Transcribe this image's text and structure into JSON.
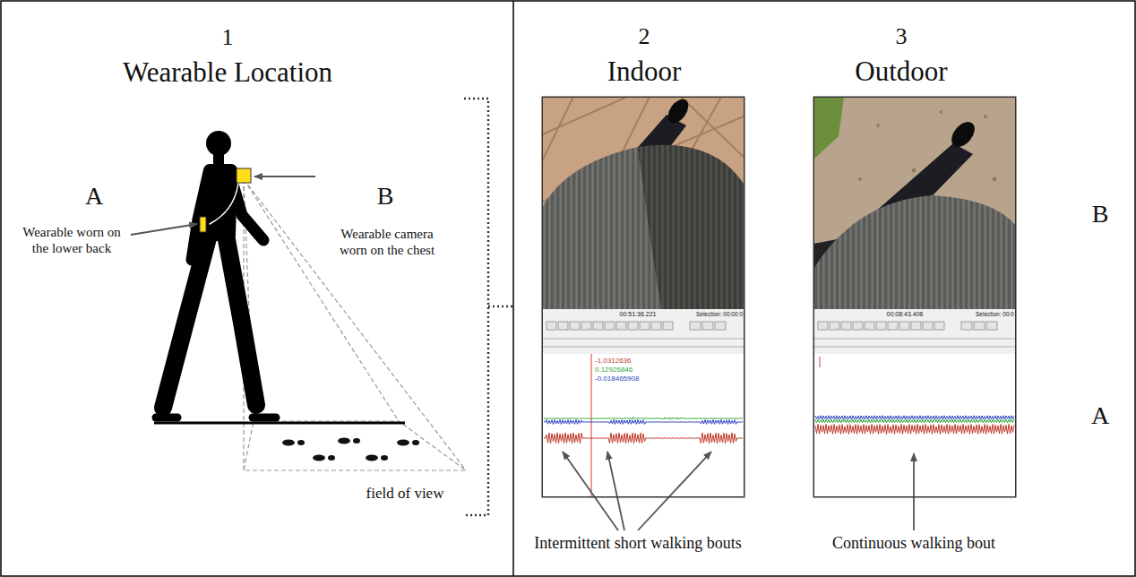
{
  "diagram": {
    "nodes": [
      {
        "text": [
          "1",
          "Wearable Location"
        ]
      },
      {
        "text": [
          "2",
          "Indoor"
        ]
      },
      {
        "text": [
          "3",
          "Outdoor"
        ]
      }
    ],
    "labels": [
      "A",
      "B",
      "Wearable worn on the lower back",
      "Wearable camera worn on the chest",
      "field of view",
      "00:51:36.221",
      "Selection: 00:00:0",
      "-1.0312636",
      "0.12926846",
      "-0.018465908",
      "00:08:43.406",
      "Selection: 00:0",
      "B",
      "A",
      "Intermittent short walking bouts",
      "Continuous walking bout"
    ]
  }
}
